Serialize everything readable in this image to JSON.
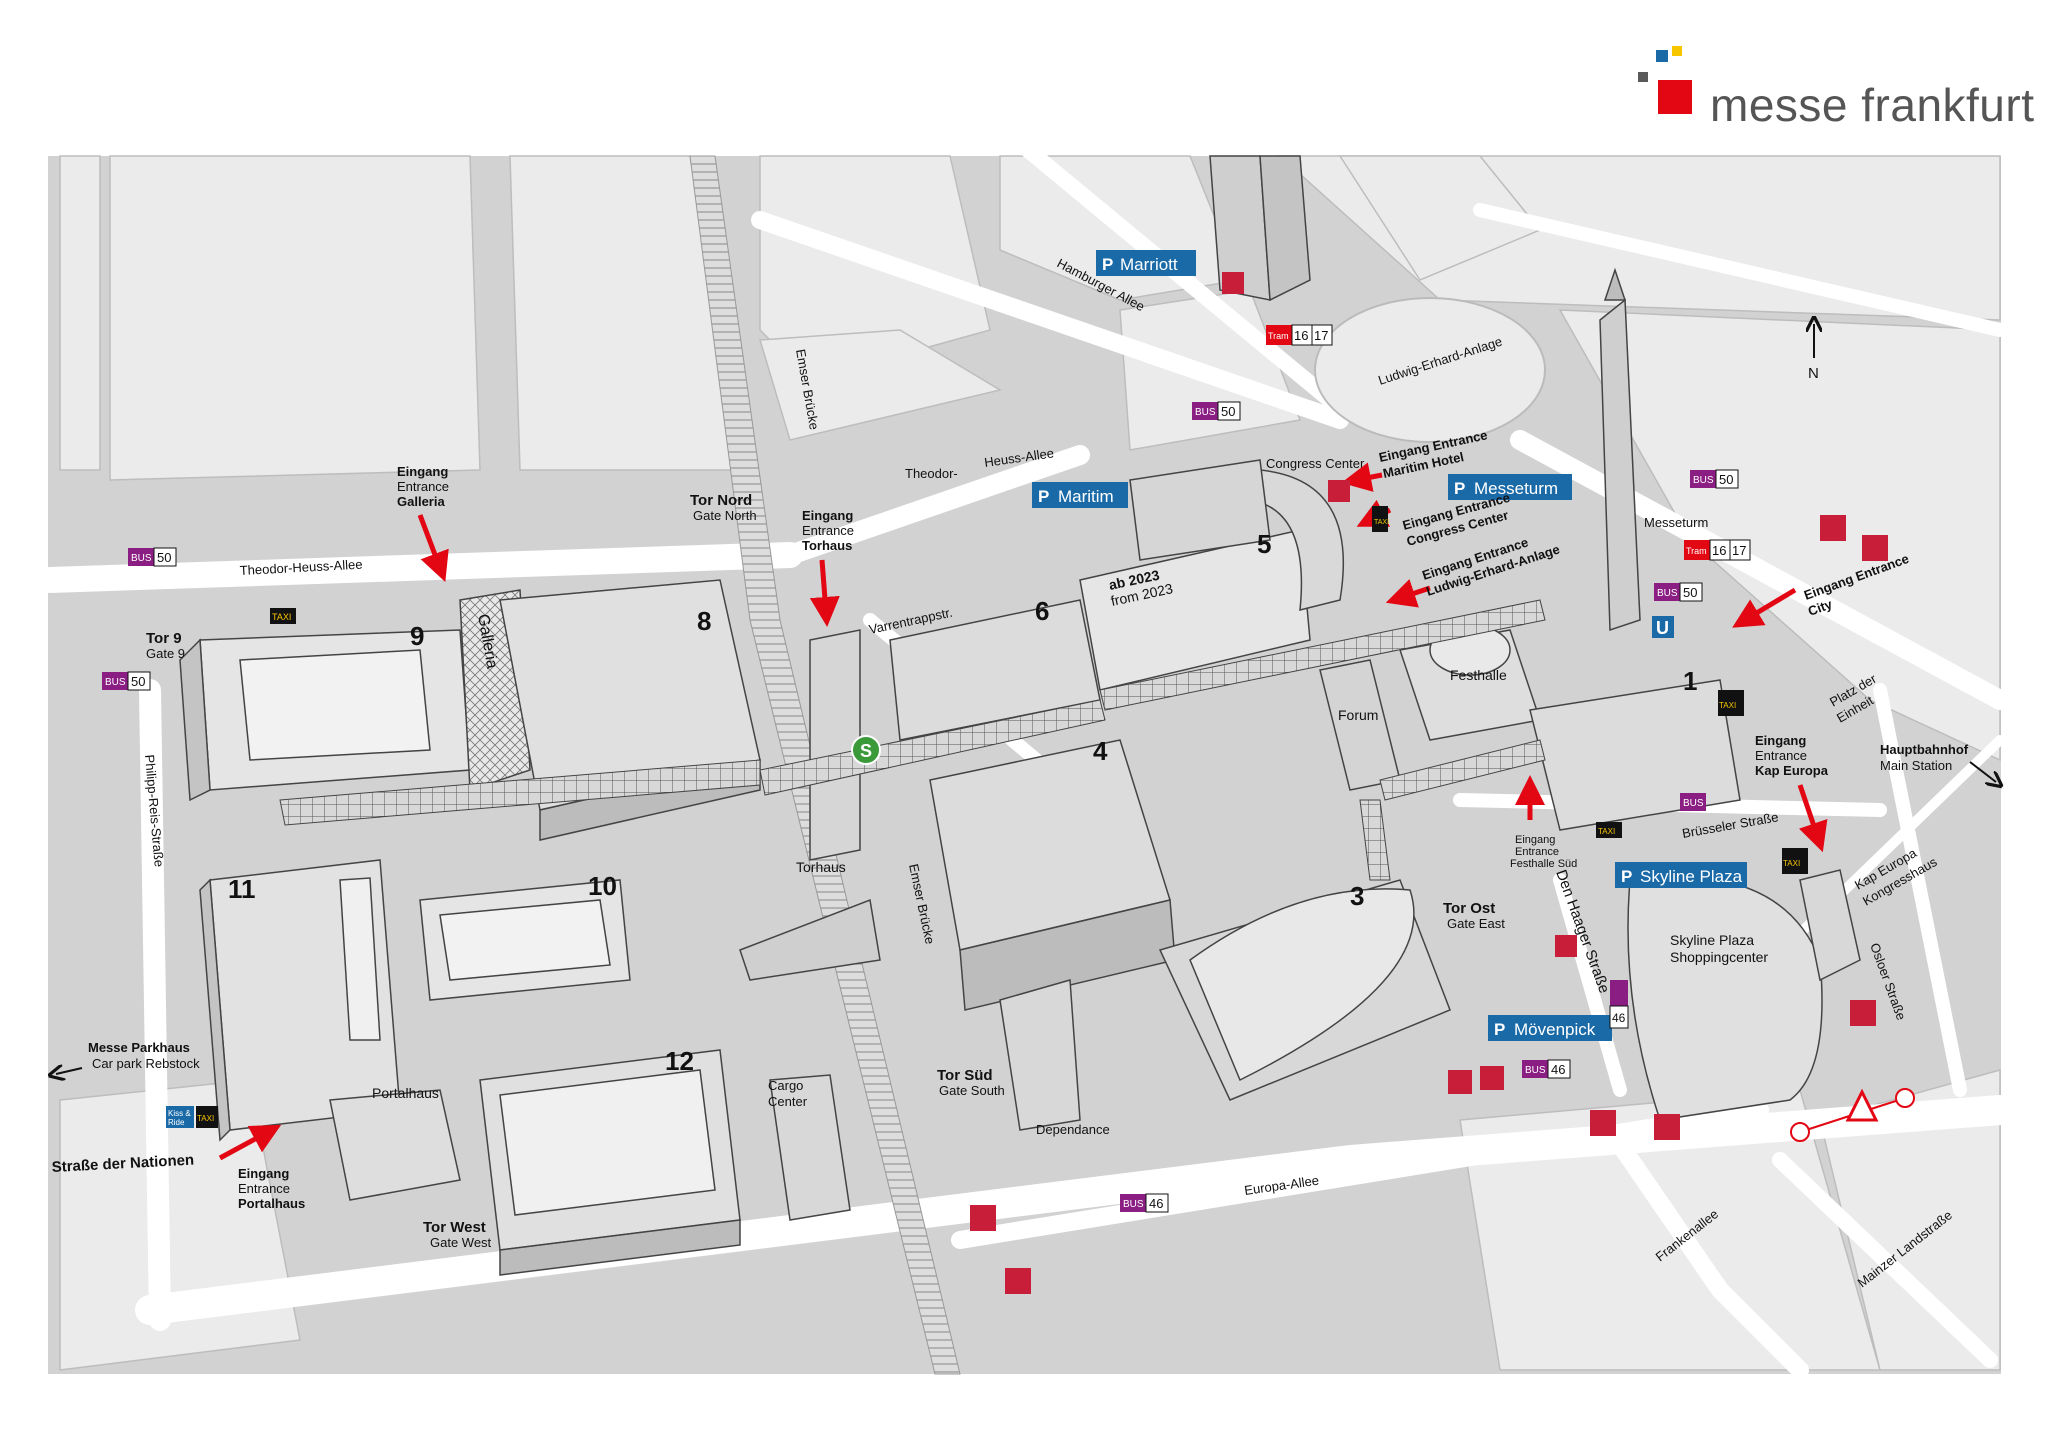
{
  "brand": {
    "name": "messe frankfurt",
    "colors": {
      "red": "#e30613",
      "blue": "#1a6aa8",
      "yellow": "#f7c600",
      "grey": "#5a5a5a"
    }
  },
  "halls": [
    "1",
    "3",
    "4",
    "5",
    "6",
    "8",
    "9",
    "10",
    "11",
    "12"
  ],
  "buildings": {
    "galleria": "Galleria",
    "festhalle": "Festhalle",
    "forum": "Forum",
    "torhaus": "Torhaus",
    "portalhaus": "Portalhaus",
    "dependance": "Dependance",
    "cargo_center": [
      "Cargo",
      "Center"
    ],
    "congress_center": "Congress Center",
    "messeturm": "Messeturm",
    "ludwig_erhard_anlage": "Ludwig-Erhard-Anlage",
    "skyline_plaza_center": [
      "Skyline Plaza",
      "Shoppingcenter"
    ],
    "kap_europa_kongresshaus": [
      "Kap Europa",
      "Kongresshaus"
    ],
    "ab_2023": [
      "ab 2023",
      "from 2023"
    ]
  },
  "streets": {
    "theodor_heuss_allee": "Theodor-Heuss-Allee",
    "theodor": "Theodor-",
    "heuss_allee": "Heuss-Allee",
    "hamburger_allee": "Hamburger Allee",
    "emser_bruecke": "Emser Brücke",
    "varrentrappstr": "Varrentrappstr.",
    "philipp_reis_strasse": "Philipp-Reis-Straße",
    "strasse_der_nationen": "Straße der Nationen",
    "europa_allee": "Europa-Allee",
    "den_haager_strasse": "Den Haager Straße",
    "bruesseler_strasse": "Brüsseler Straße",
    "osloer_strasse": "Osloer Straße",
    "frankenallee": "Frankenallee",
    "mainzer_landstrasse": "Mainzer Landstraße",
    "platz_der_einheit": [
      "Platz der",
      "Einheit"
    ]
  },
  "parking": {
    "marriott": "Marriott",
    "maritim": "Maritim",
    "messeturm": "Messeturm",
    "skyline_plaza": "Skyline Plaza",
    "moevenpick": "Mövenpick",
    "p": "P"
  },
  "entrances": {
    "galleria": [
      "Eingang",
      "Entrance",
      "Galleria"
    ],
    "torhaus": [
      "Eingang",
      "Entrance",
      "Torhaus"
    ],
    "portalhaus": [
      "Eingang",
      "Entrance",
      "Portalhaus"
    ],
    "maritim_hotel": [
      "Eingang Entrance",
      "Maritim Hotel"
    ],
    "congress_center": [
      "Eingang Entrance",
      "Congress Center"
    ],
    "ludwig_erhard": [
      "Eingang Entrance",
      "Ludwig-Erhard-Anlage"
    ],
    "city": [
      "Eingang Entrance",
      "City"
    ],
    "kap_europa": [
      "Eingang",
      "Entrance",
      "Kap Europa"
    ],
    "festhalle_sued": [
      "Eingang",
      "Entrance",
      "Festhalle Süd"
    ]
  },
  "gates": {
    "tor_nord": [
      "Tor Nord",
      "Gate North"
    ],
    "tor_9": [
      "Tor 9",
      "Gate 9"
    ],
    "tor_west": [
      "Tor West",
      "Gate West"
    ],
    "tor_sued": [
      "Tor Süd",
      "Gate South"
    ],
    "tor_ost": [
      "Tor Ost",
      "Gate East"
    ]
  },
  "transport": {
    "bus": "BUS",
    "bus_50": "50",
    "bus_46": "46",
    "tram": "Tram",
    "tram_16": "16",
    "tram_17": "17",
    "taxi": "TAXI",
    "s_bahn": "S",
    "u_bahn": "U",
    "kiss_ride": [
      "Kiss &",
      "Ride"
    ]
  },
  "directions": {
    "north": "N",
    "hauptbahnhof": [
      "Hauptbahnhof",
      "Main Station"
    ],
    "messe_parkhaus": [
      "Messe Parkhaus",
      "Car park Rebstock"
    ]
  }
}
